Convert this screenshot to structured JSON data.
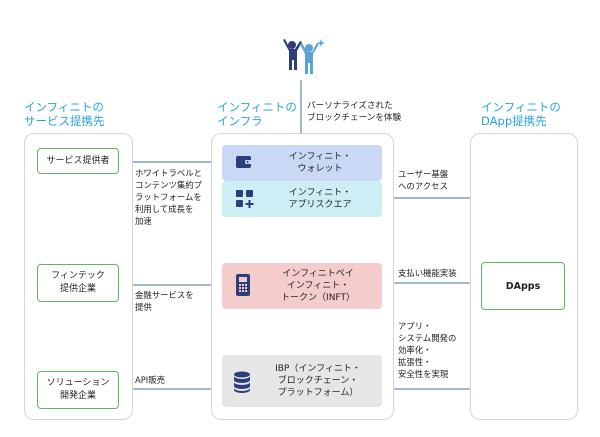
{
  "headings": {
    "partners": [
      "インフィニトの",
      "サービス提携先"
    ],
    "infra": [
      "インフィニトの",
      "インフラ"
    ],
    "dapp": [
      "インフィニトの",
      "DApp提携先"
    ]
  },
  "top_note": [
    "パーソナライズされた",
    "ブロックチェーンを体験"
  ],
  "partners": [
    {
      "lines": [
        "サービス提供者"
      ]
    },
    {
      "lines": [
        "フィンテック",
        "提供企業"
      ]
    },
    {
      "lines": [
        "ソリューション",
        "開発企業"
      ]
    }
  ],
  "left_annotations": {
    "service": [
      "ホワイトラベルと",
      "コンテンツ集約プ",
      "ラットフォームを",
      "利用して成長を",
      "加速"
    ],
    "fintech": [
      "金融サービスを",
      "提供"
    ],
    "solution": [
      "API販売"
    ]
  },
  "infra_blocks": {
    "wallet": [
      "インフィニト・",
      "ウォレット"
    ],
    "appsquare": [
      "インフィニト・",
      "アプリスクエア"
    ],
    "pay": [
      "インフィニトペイ",
      "インフィニト・",
      "トークン（INFT）"
    ],
    "ibp": [
      "IBP（インフィニト・",
      "ブロックチェーン・",
      "プラットフォーム）"
    ]
  },
  "right_annotations": {
    "user_base": [
      "ユーザー基盤",
      "へのアクセス"
    ],
    "payment": [
      "支払い機能実装"
    ],
    "app_dev": [
      "アプリ・",
      "システム開発の",
      "効率化・",
      "拡張性・",
      "安全性を実現"
    ]
  },
  "dapps_label": "DApps",
  "colors": {
    "heading": "#29a3dc",
    "partner_border": "#5cb85c",
    "wallet_bg": "#c9d8f5",
    "appsquare_bg": "#cdeef5",
    "pay_bg": "#f4cccc",
    "ibp_bg": "#e6e6e6",
    "arrow": "#4a6fa5",
    "icon": "#2c3e7a"
  }
}
